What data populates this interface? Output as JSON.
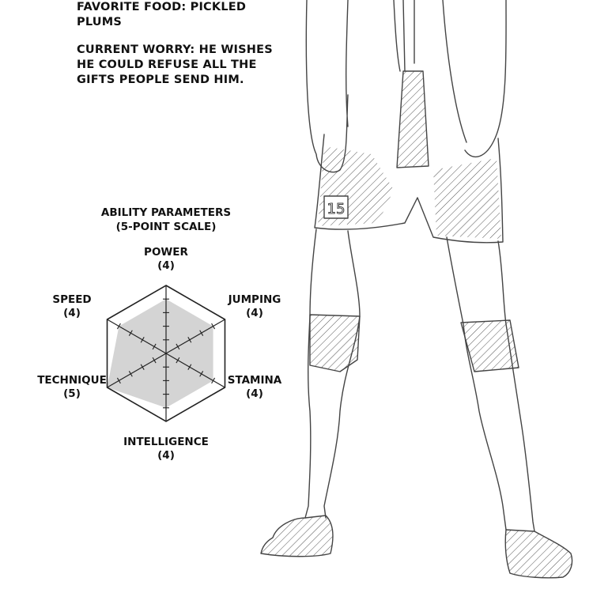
{
  "profile": {
    "favorite_food": "FAVORITE FOOD: PICKLED PLUMS",
    "current_worry": "CURRENT WORRY: HE WISHES HE COULD REFUSE ALL THE GIFTS PEOPLE SEND HIM."
  },
  "radar": {
    "title": "ABILITY PARAMETERS",
    "subtitle": "(5-POINT SCALE)",
    "max": 5,
    "stats": [
      {
        "name": "POWER",
        "value": 4,
        "value_label": "(4)"
      },
      {
        "name": "JUMPING",
        "value": 4,
        "value_label": "(4)"
      },
      {
        "name": "STAMINA",
        "value": 4,
        "value_label": "(4)"
      },
      {
        "name": "INTELLIGENCE",
        "value": 4,
        "value_label": "(4)"
      },
      {
        "name": "TECHNIQUE",
        "value": 5,
        "value_label": "(5)"
      },
      {
        "name": "SPEED",
        "value": 4,
        "value_label": "(4)"
      }
    ],
    "fill_color": "#d4d4d4",
    "line_color": "#222222"
  },
  "illustration": {
    "jersey_number": "15"
  }
}
